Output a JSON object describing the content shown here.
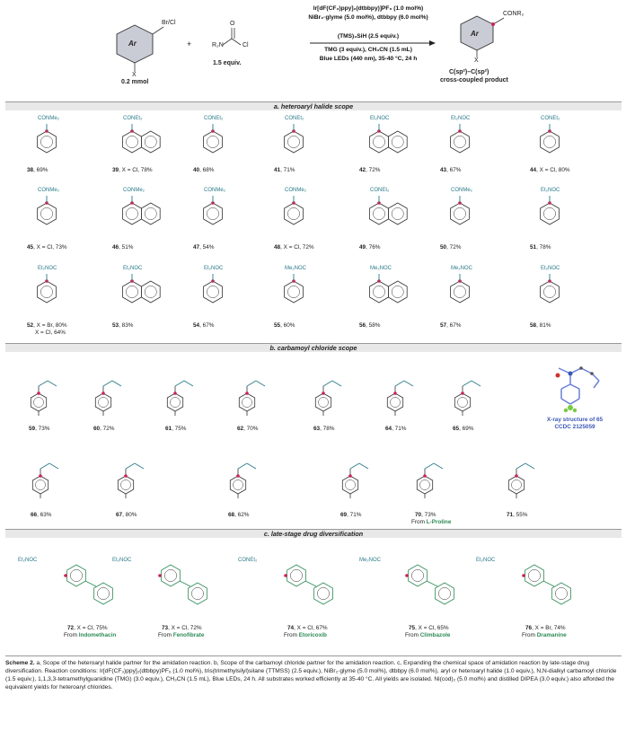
{
  "scheme": {
    "substrate_ring": "Ar",
    "substrate_sub": "X",
    "substrate_halide": "Br/Cl",
    "substrate_amount": "0.2 mmol",
    "reagent_formula": "R₂N",
    "reagent_cl": "Cl",
    "reagent_o": "O",
    "reagent_equiv": "1.5 equiv.",
    "plus": "+",
    "cond1": "Ir[dF(CF₃)ppy]₂(dtbbpy)]PF₆ (1.0 mol%)",
    "cond2": "NiBr₂·glyme (5.0 mol%), dtbbpy (6.0 mol%)",
    "cond3": "(TMS)₃SiH (2.5 equiv.)",
    "cond4": "TMG (3 equiv.), CH₃CN (1.5 mL)",
    "cond5": "Blue LEDs (440 nm), 35-40 °C, 24 h",
    "product_ring": "Ar",
    "product_sub": "X",
    "product_group": "CONR₂",
    "product_label1": "C(sp²)–C(sp²)",
    "product_label2": "cross-coupled product"
  },
  "sections": {
    "a": "a. heteroaryl halide scope",
    "b": "b. carbamoyl chloride scope",
    "c": "c. late-stage drug diversification"
  },
  "row1": [
    {
      "num": "38",
      "yield": ", 69%",
      "frag": "CONMe₂"
    },
    {
      "num": "39",
      "yield": ", X = Cl, 78%",
      "frag": "CONEt₂"
    },
    {
      "num": "40",
      "yield": ", 68%",
      "frag": "CONEt₂"
    },
    {
      "num": "41",
      "yield": ", 71%",
      "frag": "CONEt₂"
    },
    {
      "num": "42",
      "yield": ", 72%",
      "frag": "Et₂NOC"
    },
    {
      "num": "43",
      "yield": ", 67%",
      "frag": "Et₂NOC"
    },
    {
      "num": "44",
      "yield": ", X = Cl, 80%",
      "frag": "CONEt₂"
    }
  ],
  "row2": [
    {
      "num": "45",
      "yield": ", X = Cl, 73%",
      "frag": "CONMe₂"
    },
    {
      "num": "46",
      "yield": ", 51%",
      "frag": "CONMe₂"
    },
    {
      "num": "47",
      "yield": ", 54%",
      "frag": "CONMe₂"
    },
    {
      "num": "48",
      "yield": ", X = Cl, 72%",
      "frag": "CONMe₂"
    },
    {
      "num": "49",
      "yield": ", 76%",
      "frag": "CONEt₂"
    },
    {
      "num": "50",
      "yield": ", 72%",
      "frag": "CONMe₂"
    },
    {
      "num": "51",
      "yield": ", 78%",
      "frag": "Et₂NOC"
    }
  ],
  "row3": [
    {
      "num": "52",
      "yield": ", X = Br, 80%",
      "yield2": "X = Cl, 64%",
      "frag": "Et₂NOC"
    },
    {
      "num": "53",
      "yield": ", 83%",
      "frag": "Et₂NOC"
    },
    {
      "num": "54",
      "yield": ", 67%",
      "frag": "Et₂NOC"
    },
    {
      "num": "55",
      "yield": ", 60%",
      "frag": "Me₂NOC"
    },
    {
      "num": "56",
      "yield": ", 58%",
      "frag": "Me₂NOC"
    },
    {
      "num": "57",
      "yield": ", 67%",
      "frag": "Me₂NOC"
    },
    {
      "num": "58",
      "yield": ", 81%",
      "frag": "Et₂NOC"
    }
  ],
  "row4": [
    {
      "num": "59",
      "yield": ", 73%"
    },
    {
      "num": "60",
      "yield": ", 72%"
    },
    {
      "num": "61",
      "yield": ", 75%"
    },
    {
      "num": "62",
      "yield": ", 70%"
    },
    {
      "num": "63",
      "yield": ", 78%"
    },
    {
      "num": "64",
      "yield": ", 71%"
    },
    {
      "num": "65",
      "yield": ", 69%"
    }
  ],
  "xray": {
    "line1": "X-ray structure of 65",
    "line2": "CCDC 2125059"
  },
  "row5": [
    {
      "num": "66",
      "yield": ", 63%"
    },
    {
      "num": "67",
      "yield": ", 80%"
    },
    {
      "num": "68",
      "yield": ", 62%"
    },
    {
      "num": "69",
      "yield": ", 71%"
    },
    {
      "num": "70",
      "yield": ", 73%",
      "from": "From ",
      "from_name": "L-Proline"
    },
    {
      "num": "71",
      "yield": ", 55%"
    }
  ],
  "row6": [
    {
      "num": "72",
      "yield": ", X = Cl, 75%",
      "from": "From ",
      "from_name": "Indomethacin",
      "frag": "Et₂NOC"
    },
    {
      "num": "73",
      "yield": ", X = Cl, 72%",
      "from": "From ",
      "from_name": "Fenofibrate",
      "frag": "Et₂NOC"
    },
    {
      "num": "74",
      "yield": ", X = Cl, 67%",
      "from": "From ",
      "from_name": "Etoricoxib",
      "frag": "CONEt₂"
    },
    {
      "num": "75",
      "yield": ", X = Cl, 65%",
      "from": "From ",
      "from_name": "Climbazole",
      "frag": "Me₂NOC"
    },
    {
      "num": "76",
      "yield": ", X = Br, 74%",
      "from": "From ",
      "from_name": "Dramanine",
      "frag": "Et₂NOC"
    }
  ],
  "caption": {
    "bold": "Scheme 2.",
    "text": " a, Scope of the heteroaryl halide partner for the amidation reaction. b, Scope of the carbamoyl chloride partner for the amidation reaction. c, Expanding the chemical space of amidation reaction by late-stage drug diversification. Reaction conditions: Ir[dF(CF₃)ppy]₂(dtbbpy)PF₆ (1.0 mol%), tris(trimethylsilyl)silane (TTMSS) (2.5 equiv.), NiBr₂·glyme (5.0 mol%), dtbbpy (6.0 mol%), aryl or heteroaryl halide (1.0 equiv.), N,N-dialkyl carbamoyl chloride (1.5 equiv.), 1,1,3,3-tetramethylguanidine (TMG) (3.0 equiv.), CH₃CN (1.5 mL), Blue LEDs, 24 h. All substrates worked efficiently at 35-40 °C. All yields are isolated. Ni(cod)₂ (5.0 mol%) and distilled DIPEA (3.0 equiv.) also afforded the equivalent yields for heteroaryl chlorides."
  },
  "colors": {
    "accent": "#cc2255",
    "teal": "#2a7a8a",
    "green": "#2e8b57",
    "xray": "#3a57b5"
  }
}
